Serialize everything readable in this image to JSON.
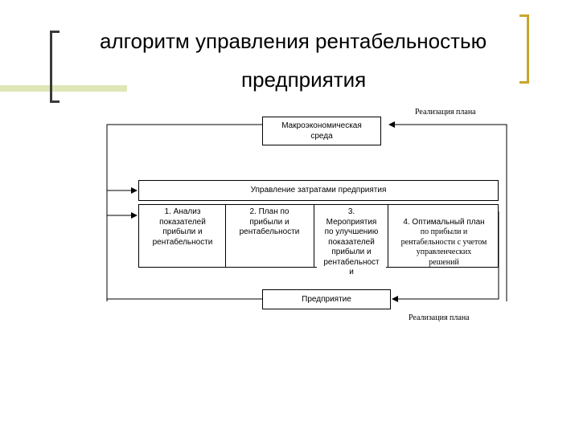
{
  "slide": {
    "title_line1": "алгоритм управления рентабельностью",
    "title_line2": "предприятия"
  },
  "diagram": {
    "note_top": "Реализация плана",
    "note_bottom": "Реализация плана",
    "macro_env": "Макроэкономическая\nсреда",
    "cost_mgmt": "Управление затратами предприятия",
    "steps": [
      {
        "text": "1. Анализ\nпоказателей\nприбыли и\nрентабельности"
      },
      {
        "text": "2. План по\nприбыли и\nрентабельности"
      },
      {
        "text": "3.\nМероприятия\nпо улучшению\nпоказателей\nприбыли и\nрентабельност\nи"
      },
      {
        "text_sans": "4. Оптимальный план",
        "text_serif": "по прибыли и\nрентабельности с учетом\nуправленческих\nрешений"
      }
    ],
    "enterprise": "Предприятие"
  },
  "colors": {
    "accent_bar": "#dfe6b8",
    "bracket_left": "#3a3a3a",
    "bracket_right": "#c9a52c"
  }
}
